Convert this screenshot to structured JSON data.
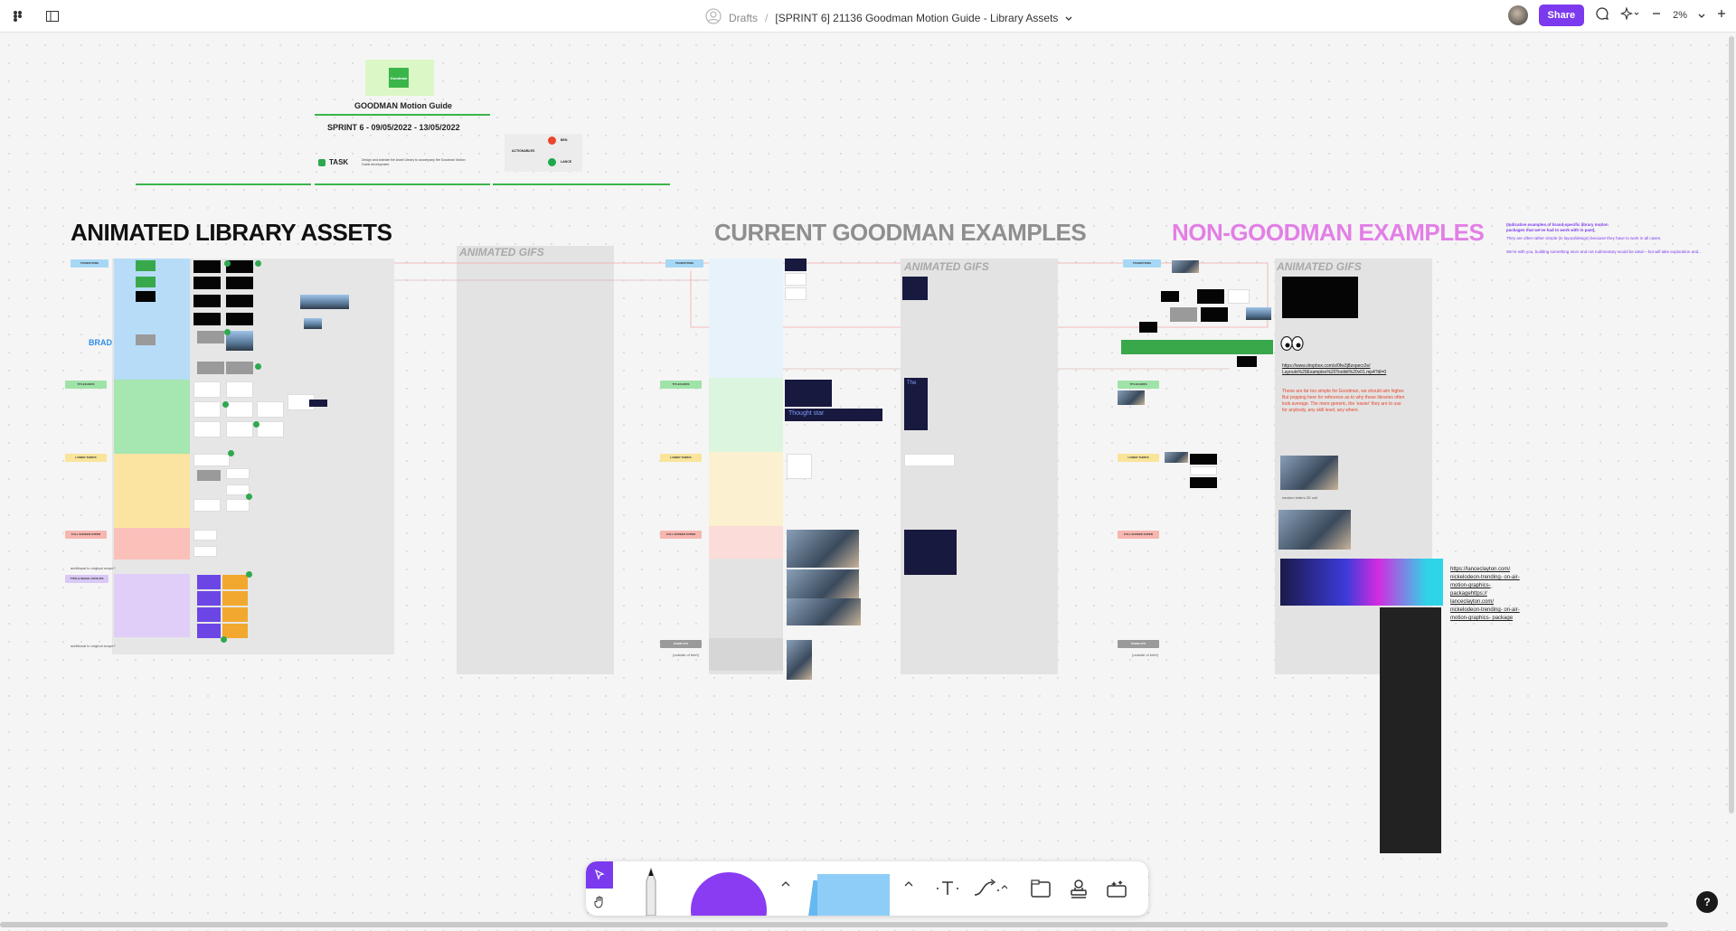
{
  "topbar": {
    "drafts": "Drafts",
    "separator": "/",
    "title": "[SPRINT 6] 21136 Goodman Motion Guide - Library Assets",
    "share": "Share",
    "zoom": "2%"
  },
  "header_card": {
    "logo_text": "Goodman",
    "title": "GOODMAN Motion Guide",
    "sprint": "SPRINT 6 -  09/05/2022 - 13/05/2022",
    "task_label": "TASK",
    "task_desc": "Design and animate the Asset Library to accompany the Goodman Motion Guide development",
    "actionables_label": "ACTIONABLES",
    "people": [
      {
        "name": "BEN",
        "color": "#e8452c"
      },
      {
        "name": "LANCE",
        "color": "#1fa84d"
      }
    ]
  },
  "sections": {
    "animated_library": "ANIMATED LIBRARY ASSETS",
    "current_examples": "CURRENT GOODMAN EXAMPLES",
    "non_goodman": "NON-GOODMAN EXAMPLES",
    "brad_label": "BRAD",
    "gif_title": "ANIMATED GIFS"
  },
  "tags": {
    "transitions": "TRANSITIONS",
    "titlecards": "TITLECARDS",
    "lower_thirds": "LOWER THIRDS",
    "full_screen_super": "FULL SCREEN SUPER",
    "type_image": "TYPE & IMAGE LOCKUPS",
    "overlays": "OVERLAYS",
    "outside_brief": "(outside of brief)",
    "additional": "additional to original scope?"
  },
  "notes": {
    "indicative": "(Indicative examples of brand-specific library motion packages that we've had to work with in past).",
    "they_are": "They are often rather simple (in layout/design) because they have to work in all cases.",
    "were_with_you": "We're with you, building something nicer and not rudimentary would be ideal – but will take exploration and...",
    "dropbox_link": "https://www.dropbox.com/s/0fw3j8zopecr2e/ Layouts%20Examples%20Toolkit%20v01.mp4?dl=0",
    "too_simple": "These are far too simple for Goodman, we should aim higher. But popping here for reference as to why these libraries often look average. The more generic, the 'easier' they are to use for anybody, any skill level, any where.",
    "lance_links": "https://lanceclayton.com/ nickelodeon-trending- on-air-motion-graphics- packagehttps:// lanceclayton.com/ nickelodeon-trending- on-air-motion-graphics- package",
    "thought_star": "Thought star",
    "the": "The",
    "random_letters": "random letters 2D coll"
  },
  "colors": {
    "accent_purple": "#7b3aed",
    "goodman_green": "#3ab54a",
    "non_goodman_pink": "#e27fe6",
    "tag_blue": "#a6d8f5",
    "tag_green": "#9fe3a8",
    "tag_yellow": "#f9e49a",
    "tag_pink": "#f7b6b0",
    "tag_purple": "#d9c8f6"
  },
  "icons": [
    "figma-menu-icon",
    "layout-icon",
    "user-circle-icon",
    "chevron-down-icon",
    "comment-icon",
    "sparkle-icon",
    "minus-icon",
    "plus-icon",
    "cursor-icon",
    "hand-icon",
    "pen-icon",
    "text-icon",
    "connector-icon",
    "section-icon",
    "stamp-icon",
    "widget-icon",
    "help-icon"
  ]
}
